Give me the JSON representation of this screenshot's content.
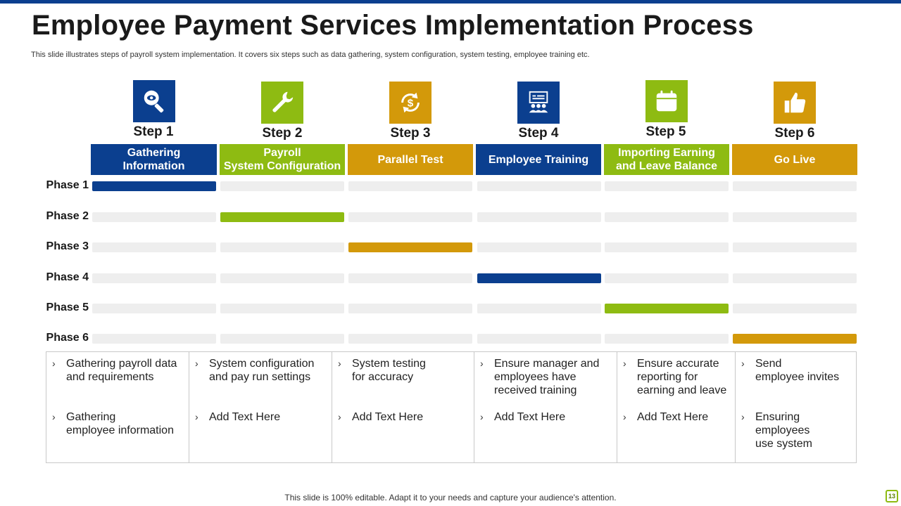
{
  "title": "Employee Payment Services Implementation Process",
  "subtitle": "This slide illustrates steps of payroll system implementation. It covers six steps such as data gathering, system configuration, system testing, employee training etc.",
  "colors": {
    "blue": "#0b3f8f",
    "green": "#8ebb12",
    "gold": "#d3990a",
    "track": "#eeeeee"
  },
  "steps": [
    {
      "label": "Step 1",
      "heading": "Gathering\nInformation",
      "icon": "magnifier-eye-icon",
      "color": "blue"
    },
    {
      "label": "Step 2",
      "heading": "Payroll\nSystem Configuration",
      "icon": "wrench-icon",
      "color": "green"
    },
    {
      "label": "Step 3",
      "heading": "Parallel Test",
      "icon": "dollar-cycle-icon",
      "color": "gold"
    },
    {
      "label": "Step 4",
      "heading": "Employee Training",
      "icon": "training-presentation-icon",
      "color": "blue"
    },
    {
      "label": "Step 5",
      "heading": "Importing Earning\nand Leave Balance",
      "icon": "calendar-icon",
      "color": "green"
    },
    {
      "label": "Step 6",
      "heading": "Go Live",
      "icon": "thumbs-up-icon",
      "color": "gold"
    }
  ],
  "phases": [
    {
      "label": "Phase 1",
      "active_step": 1
    },
    {
      "label": "Phase 2",
      "active_step": 2
    },
    {
      "label": "Phase 3",
      "active_step": 3
    },
    {
      "label": "Phase 4",
      "active_step": 4
    },
    {
      "label": "Phase 5",
      "active_step": 5
    },
    {
      "label": "Phase 6",
      "active_step": 6
    }
  ],
  "descriptions": [
    [
      "Gathering payroll data\nand requirements",
      "Gathering\nemployee information"
    ],
    [
      "System configuration\nand pay run settings",
      "Add Text Here"
    ],
    [
      "System testing\nfor accuracy",
      "Add Text Here"
    ],
    [
      "Ensure manager and\nemployees have\nreceived training",
      "Add Text Here"
    ],
    [
      "Ensure accurate\nreporting for\nearning and leave",
      "Add Text Here"
    ],
    [
      "Send\nemployee invites",
      "Ensuring\nemployees\nuse system"
    ]
  ],
  "footer": "This slide is 100% editable. Adapt it to your needs and capture your audience's attention.",
  "page_number": "13"
}
